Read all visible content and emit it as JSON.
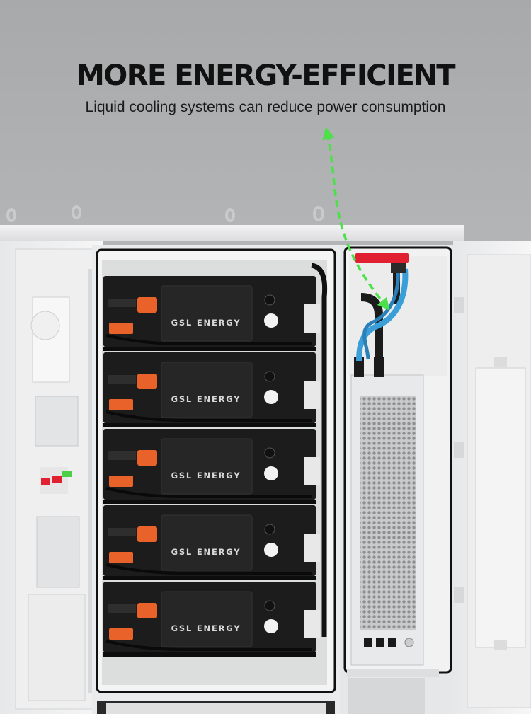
{
  "headline": "MORE ENERGY-EFFICIENT",
  "subheadline": "Liquid cooling systems can reduce power consumption",
  "battery_modules": [
    {
      "brand_label": "GSL ENERGY"
    },
    {
      "brand_label": "GSL ENERGY"
    },
    {
      "brand_label": "GSL ENERGY"
    },
    {
      "brand_label": "GSL ENERGY"
    },
    {
      "brand_label": "GSL ENERGY"
    }
  ],
  "colors": {
    "background": "#b0b2b4",
    "cabinet": "#e8e9ea",
    "battery_module": "#1c1c1c",
    "connector_orange": "#e8622a",
    "coolant_pipe_blue": "#3a9fd8",
    "airflow_arrow_green": "#4ee04a",
    "valve_red": "#e02030"
  },
  "icons": [
    "airflow-arrow-icon",
    "lifting-eye-icon",
    "power-connector-icon",
    "status-indicator-icon"
  ]
}
